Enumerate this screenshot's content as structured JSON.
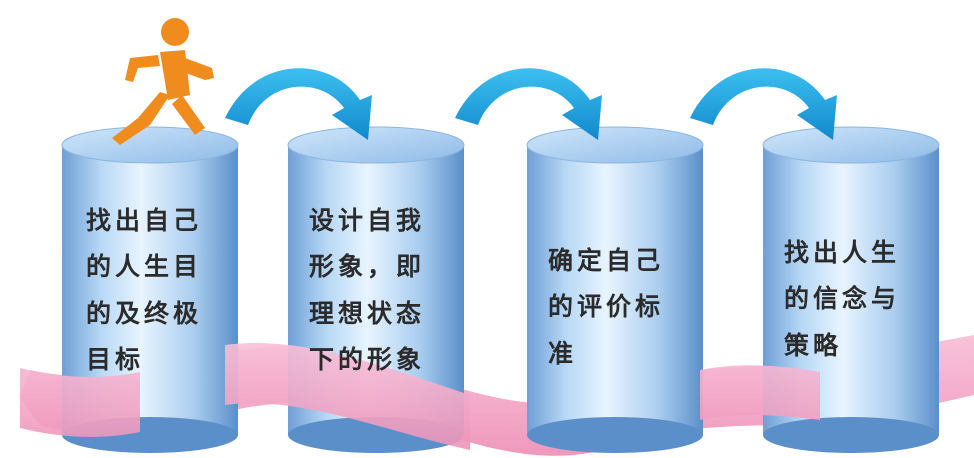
{
  "pillars": [
    {
      "lines": [
        "找出自己",
        "的人生目",
        "的及终极",
        "目标"
      ]
    },
    {
      "lines": [
        "设计自我",
        "形象，即",
        "理想状态",
        "下的形象"
      ]
    },
    {
      "lines": [
        "确定自己",
        "的评价标",
        "准"
      ]
    },
    {
      "lines": [
        "找出人生",
        "的信念与",
        "策略"
      ]
    }
  ],
  "icons": [
    "running-person-icon",
    "curved-arrow-icon",
    "curved-arrow-icon",
    "curved-arrow-icon"
  ],
  "colors": {
    "pillar_light": "#e8f4ff",
    "pillar_mid": "#9cc6ec",
    "pillar_dark": "#5b8fc9",
    "arrow": "#1aa3de",
    "ribbon": "#f4a6c6",
    "runner": "#f08c1e"
  }
}
